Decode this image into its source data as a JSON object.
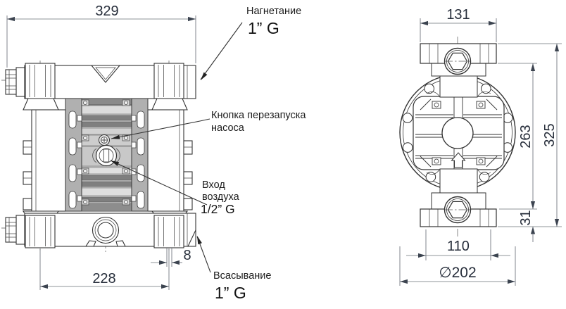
{
  "dimensions": {
    "overall_width": "329",
    "suction_ports_span": "228",
    "port_offset": "8",
    "flange_width": "131",
    "air_inlet_height": "263",
    "overall_height": "325",
    "flange_height": "31",
    "bolt_span": "110",
    "body_diameter": "∅202"
  },
  "labels": {
    "discharge": {
      "title": "Нагнетание",
      "size": "1” G"
    },
    "restart_button": {
      "line1": "Кнопка перезапуска",
      "line2": "насоса"
    },
    "air_inlet": {
      "line1": "Вход",
      "line2": "воздуха",
      "size": "1/2” G"
    },
    "suction": {
      "title": "Всасывание",
      "size": "1” G"
    }
  },
  "colors": {
    "geometry_line": "#333333",
    "dimension_line": "#6a7078",
    "dimension_text": "#272e3b",
    "label_text": "#1b1b1b",
    "fill_light_gray": "#c6c6c6",
    "fill_mid_gray": "#b0b0b0",
    "background": "#ffffff"
  }
}
